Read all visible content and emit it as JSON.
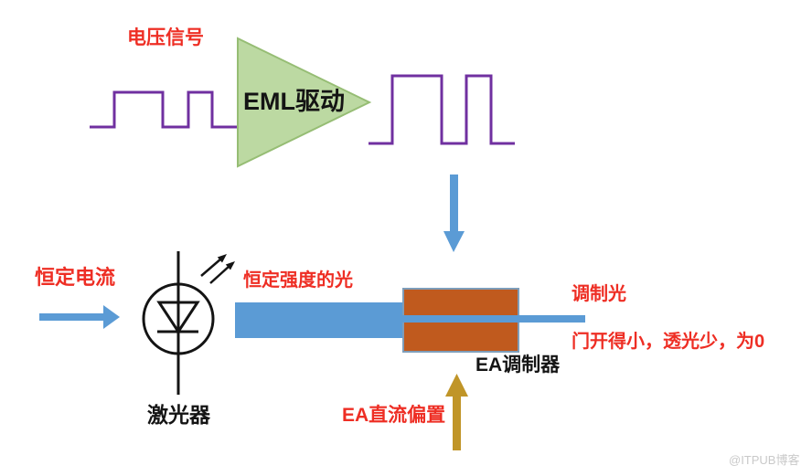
{
  "diagram": {
    "title_context": "EML modulator schematic",
    "labels": {
      "voltage_signal": "电压信号",
      "eml_driver": "EML驱动",
      "constant_current": "恒定电流",
      "constant_light": "恒定强度的光",
      "modulated_light": "调制光",
      "gate_note": "门开得小，透光少，为0",
      "ea_modulator": "EA调制器",
      "ea_dc_bias": "EA直流偏置",
      "laser": "激光器"
    },
    "watermark": "@ITPUB博客",
    "colors": {
      "label_red": "#ee2e24",
      "wave_purple": "#7030a0",
      "amplifier_green_fill": "#bcd9a2",
      "amplifier_green_border": "#96bd74",
      "beam_blue": "#5b9bd5",
      "modulator_orange": "#c05a1e",
      "modulator_border": "#7e9db9",
      "bias_gold": "#c09528",
      "symbol_black": "#141414",
      "watermark_gray": "#c9c9c9"
    }
  }
}
